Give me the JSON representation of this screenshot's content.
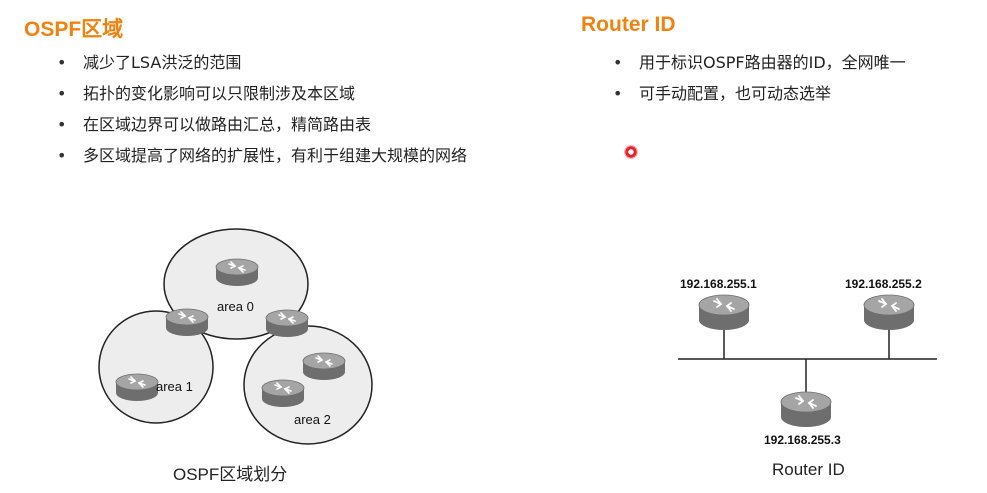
{
  "left": {
    "title": "OSPF区域",
    "bullets": [
      "减少了LSA洪泛的范围",
      "拓扑的变化影响可以只限制涉及本区域",
      "在区域边界可以做路由汇总，精简路由表",
      "多区域提高了网络的扩展性，有利于组建大规模的网络"
    ],
    "diagram": {
      "areas": [
        "area 0",
        "area 1",
        "area 2"
      ],
      "caption": "OSPF区域划分"
    }
  },
  "right": {
    "title": "Router ID",
    "bullets": [
      "用于标识OSPF路由器的ID，全网唯一",
      "可手动配置，也可动态选举"
    ],
    "diagram": {
      "routers": [
        "192.168.255.1",
        "192.168.255.2",
        "192.168.255.3"
      ],
      "caption": "Router ID"
    }
  },
  "colors": {
    "title": "#f0820f",
    "pointer": "#e8202a",
    "area_fill": "#ededed",
    "router_body": "#8a8a8a"
  },
  "icons": [
    "router-icon",
    "laser-pointer"
  ]
}
